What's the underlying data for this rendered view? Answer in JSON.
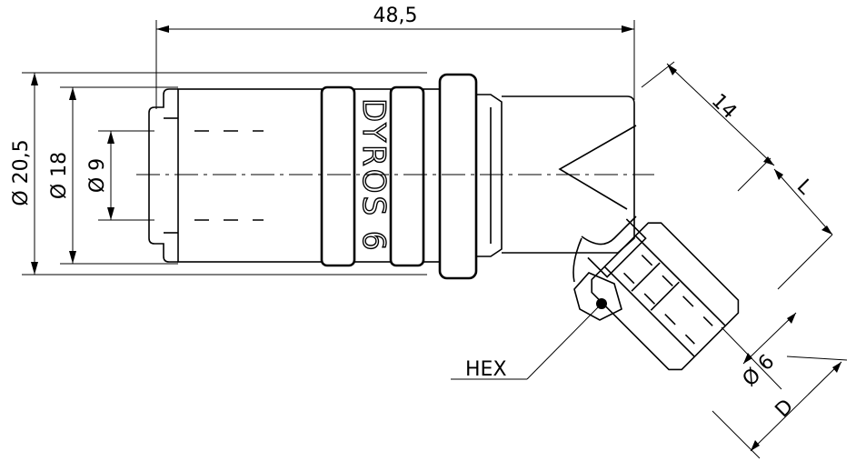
{
  "dimensions": {
    "overall_length": "48,5",
    "diameter_outer": "Ø 20,5",
    "diameter_mid": "Ø 18",
    "diameter_inner": "Ø 9",
    "angled_length": "14",
    "thread_length": "L",
    "diameter_outlet": "Ø 6",
    "thread_diameter": "D",
    "hex_label": "HEX"
  },
  "branding": {
    "engraving": "DYROS 6"
  }
}
